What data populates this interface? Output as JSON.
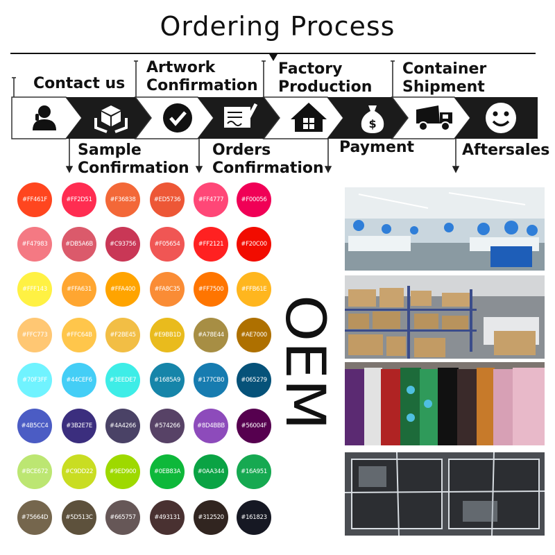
{
  "header": {
    "title": "Ordering Process"
  },
  "process": {
    "steps": [
      {
        "label": "Contact us",
        "icon": "person-phone-icon",
        "position": "top"
      },
      {
        "label": "Sample\nConfirmation",
        "icon": "box-hands-icon",
        "position": "bottom"
      },
      {
        "label": "Artwork\nConfirmation",
        "icon": "checkmark-icon",
        "position": "top"
      },
      {
        "label": "Orders\nConfirmation",
        "icon": "document-pen-icon",
        "position": "bottom"
      },
      {
        "label": "Factory\nProduction",
        "icon": "house-icon",
        "position": "top"
      },
      {
        "label": "Payment",
        "icon": "money-bag-icon",
        "position": "bottom"
      },
      {
        "label": "Container\nShipment",
        "icon": "truck-icon",
        "position": "top"
      },
      {
        "label": "Aftersales",
        "icon": "smiley-icon",
        "position": "bottom"
      }
    ]
  },
  "swatches": [
    [
      "#FF461F",
      "#FF2D51",
      "#F36838",
      "#ED5736",
      "#FF4777",
      "#F00056"
    ],
    [
      "#F47983",
      "#DB5A6B",
      "#C93756",
      "#F05654",
      "#FF2121",
      "#F20C00"
    ],
    [
      "#FFF143",
      "#FFA631",
      "#FFA400",
      "#FA8C35",
      "#FF7500",
      "#FFB61E"
    ],
    [
      "#FFC773",
      "#FFC64B",
      "#F2BE45",
      "#E9BB1D",
      "#A78E44",
      "#AE7000"
    ],
    [
      "#70F3FF",
      "#44CEF6",
      "#3EEDE7",
      "#1685A9",
      "#177CB0",
      "#065279"
    ],
    [
      "#4B5CC4",
      "#3B2E7E",
      "#4A4266",
      "#574266",
      "#8D4BBB",
      "#56004F"
    ],
    [
      "#BCE672",
      "#C9DD22",
      "#9ED900",
      "#0EB83A",
      "#0AA344",
      "#16A951"
    ],
    [
      "#75664D",
      "#5D513C",
      "#665757",
      "#493131",
      "#312520",
      "#161823"
    ]
  ],
  "oem": {
    "text": "OEM"
  },
  "photos": [
    {
      "name": "sewing-workshop-photo"
    },
    {
      "name": "warehouse-shelves-photo"
    },
    {
      "name": "costume-rack-photo"
    },
    {
      "name": "packaging-bags-photo"
    }
  ]
}
